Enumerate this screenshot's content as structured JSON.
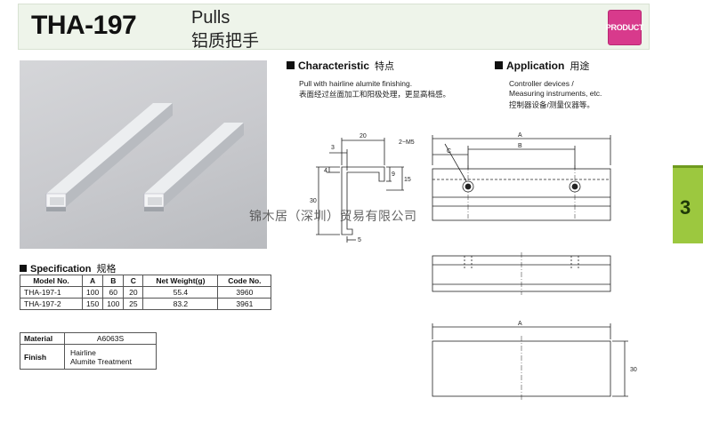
{
  "header": {
    "model": "THA-197",
    "title_en": "Pulls",
    "title_cn": "铝质把手",
    "badge": "PRODUCT"
  },
  "side_tab": {
    "label": "3"
  },
  "characteristic": {
    "title": "Characteristic",
    "title_cn": "特点",
    "text_en": "Pull with hairline alumite finishing.",
    "text_cn": "表面经过丝面加工和阳极处理，更显高档感。"
  },
  "application": {
    "title": "Application",
    "title_cn": "用途",
    "text_en_1": "Controller devices /",
    "text_en_2": "Measuring instruments, etc.",
    "text_cn": "控制器设备/测量仪器等。"
  },
  "specification": {
    "title": "Specification",
    "title_cn": "规格",
    "headers": [
      "Model No.",
      "A",
      "B",
      "C",
      "Net Weight(g)",
      "Code No."
    ],
    "rows": [
      [
        "THA-197-1",
        "100",
        "60",
        "20",
        "55.4",
        "3960"
      ],
      [
        "THA-197-2",
        "150",
        "100",
        "25",
        "83.2",
        "3961"
      ]
    ]
  },
  "material": {
    "label": "Material",
    "value": "A6063S",
    "finish_label": "Finish",
    "finish_1": "Hairline",
    "finish_2": "Alumite Treatment"
  },
  "drawing": {
    "dim_20": "20",
    "dim_3": "3",
    "dim_4": "4",
    "dim_9": "9",
    "dim_15": "15",
    "dim_30": "30",
    "dim_5": "5",
    "hole": "2−M5",
    "dim_a": "A",
    "dim_b": "B",
    "dim_c": "C",
    "dim_a2": "A",
    "dim_30b": "30"
  },
  "watermark": "锦木居（深圳）贸易有限公司"
}
